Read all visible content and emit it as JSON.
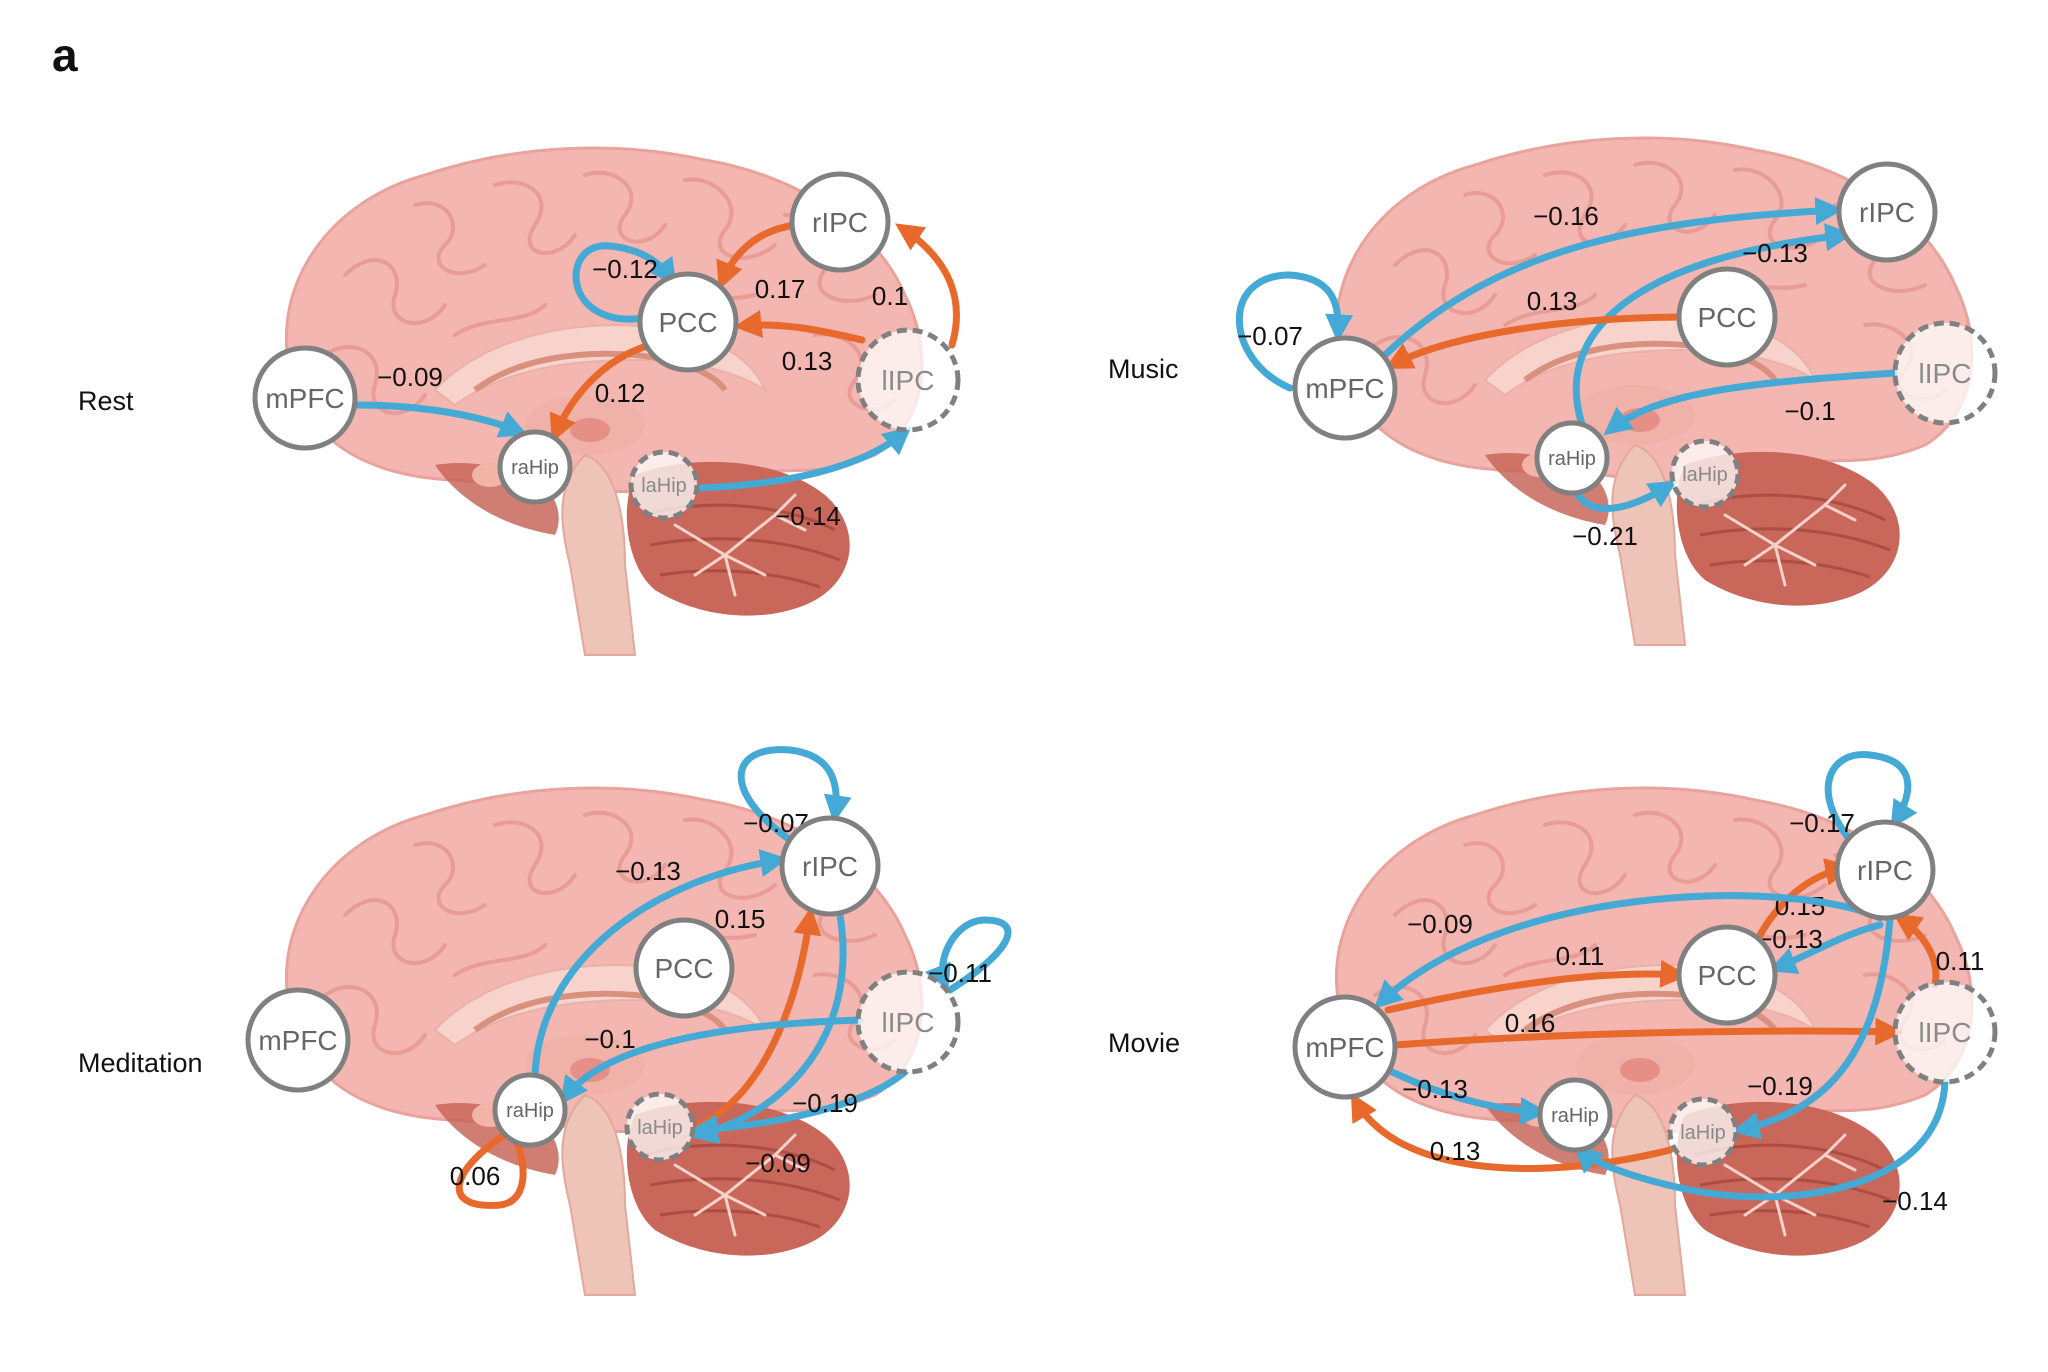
{
  "panel_label": "a",
  "colors": {
    "negative_edge": "#45a9d6",
    "positive_edge": "#e8692c",
    "node_stroke": "#808080",
    "cortex": "#f4b6b0",
    "cortex_dark": "#e79892",
    "cerebellum": "#c8675a",
    "brainstem": "#efc4b8"
  },
  "panels": [
    {
      "condition": "Rest",
      "nodes": [
        {
          "id": "mPFC",
          "label": "mPFC",
          "dashed": false
        },
        {
          "id": "PCC",
          "label": "PCC",
          "dashed": false
        },
        {
          "id": "rIPC",
          "label": "rIPC",
          "dashed": false
        },
        {
          "id": "lIPC",
          "label": "lIPC",
          "dashed": true
        },
        {
          "id": "raHip",
          "label": "raHip",
          "dashed": false
        },
        {
          "id": "laHip",
          "label": "laHip",
          "dashed": true
        }
      ],
      "edges": [
        {
          "from": "mPFC",
          "to": "raHip",
          "weight": "−0.09",
          "sign": "negative"
        },
        {
          "from": "PCC",
          "to": "PCC",
          "weight": "−0.12",
          "sign": "negative"
        },
        {
          "from": "rIPC",
          "to": "PCC",
          "weight": "0.17",
          "sign": "positive"
        },
        {
          "from": "lIPC",
          "to": "rIPC",
          "weight": "0.1",
          "sign": "positive"
        },
        {
          "from": "lIPC",
          "to": "PCC",
          "weight": "0.13",
          "sign": "positive"
        },
        {
          "from": "PCC",
          "to": "raHip",
          "weight": "0.12",
          "sign": "positive"
        },
        {
          "from": "laHip",
          "to": "lIPC",
          "weight": "−0.14",
          "sign": "negative"
        }
      ]
    },
    {
      "condition": "Music",
      "nodes": [
        {
          "id": "mPFC",
          "label": "mPFC",
          "dashed": false
        },
        {
          "id": "PCC",
          "label": "PCC",
          "dashed": false
        },
        {
          "id": "rIPC",
          "label": "rIPC",
          "dashed": false
        },
        {
          "id": "lIPC",
          "label": "lIPC",
          "dashed": true
        },
        {
          "id": "raHip",
          "label": "raHip",
          "dashed": false
        },
        {
          "id": "laHip",
          "label": "laHip",
          "dashed": true
        }
      ],
      "edges": [
        {
          "from": "mPFC",
          "to": "mPFC",
          "weight": "−0.07",
          "sign": "negative"
        },
        {
          "from": "mPFC",
          "to": "rIPC",
          "weight": "−0.16",
          "sign": "negative"
        },
        {
          "from": "raHip",
          "to": "mPFC",
          "weight": "−0.13",
          "sign": "negative"
        },
        {
          "from": "PCC",
          "to": "mPFC",
          "weight": "0.13",
          "sign": "positive"
        },
        {
          "from": "lIPC",
          "to": "raHip",
          "weight": "−0.1",
          "sign": "negative"
        },
        {
          "from": "raHip",
          "to": "laHip",
          "weight": "−0.21",
          "sign": "negative"
        }
      ]
    },
    {
      "condition": "Meditation",
      "nodes": [
        {
          "id": "mPFC",
          "label": "mPFC",
          "dashed": false
        },
        {
          "id": "PCC",
          "label": "PCC",
          "dashed": false
        },
        {
          "id": "rIPC",
          "label": "rIPC",
          "dashed": false
        },
        {
          "id": "lIPC",
          "label": "lIPC",
          "dashed": true
        },
        {
          "id": "raHip",
          "label": "raHip",
          "dashed": false
        },
        {
          "id": "laHip",
          "label": "laHip",
          "dashed": true
        }
      ],
      "edges": [
        {
          "from": "rIPC",
          "to": "rIPC",
          "weight": "−0.07",
          "sign": "negative"
        },
        {
          "from": "raHip",
          "to": "rIPC",
          "weight": "−0.13",
          "sign": "negative"
        },
        {
          "from": "laHip",
          "to": "rIPC",
          "weight": "0.15",
          "sign": "positive"
        },
        {
          "from": "lIPC",
          "to": "lIPC",
          "weight": "−0.11",
          "sign": "negative"
        },
        {
          "from": "lIPC",
          "to": "raHip",
          "weight": "−0.1",
          "sign": "negative"
        },
        {
          "from": "lIPC",
          "to": "laHip",
          "weight": "−0.19",
          "sign": "negative"
        },
        {
          "from": "rIPC",
          "to": "laHip",
          "weight": "−0.09",
          "sign": "negative"
        },
        {
          "from": "raHip",
          "to": "raHip",
          "weight": "0.06",
          "sign": "positive"
        }
      ]
    },
    {
      "condition": "Movie",
      "nodes": [
        {
          "id": "mPFC",
          "label": "mPFC",
          "dashed": false
        },
        {
          "id": "PCC",
          "label": "PCC",
          "dashed": false
        },
        {
          "id": "rIPC",
          "label": "rIPC",
          "dashed": false
        },
        {
          "id": "lIPC",
          "label": "lIPC",
          "dashed": true
        },
        {
          "id": "raHip",
          "label": "raHip",
          "dashed": false
        },
        {
          "id": "laHip",
          "label": "laHip",
          "dashed": true
        }
      ],
      "edges": [
        {
          "from": "rIPC",
          "to": "rIPC",
          "weight": "−0.17",
          "sign": "negative"
        },
        {
          "from": "PCC",
          "to": "rIPC",
          "weight": "0.15",
          "sign": "positive"
        },
        {
          "from": "rIPC",
          "to": "mPFC",
          "weight": "−0.09",
          "sign": "negative"
        },
        {
          "from": "rIPC",
          "to": "PCC",
          "weight": "−0.13",
          "sign": "negative"
        },
        {
          "from": "mPFC",
          "to": "PCC",
          "weight": "0.11",
          "sign": "positive"
        },
        {
          "from": "lIPC",
          "to": "rIPC",
          "weight": "0.11",
          "sign": "positive"
        },
        {
          "from": "mPFC",
          "to": "lIPC",
          "weight": "0.16",
          "sign": "positive"
        },
        {
          "from": "rIPC",
          "to": "laHip",
          "weight": "−0.19",
          "sign": "negative"
        },
        {
          "from": "mPFC",
          "to": "raHip",
          "weight": "−0.13",
          "sign": "negative"
        },
        {
          "from": "laHip",
          "to": "mPFC",
          "weight": "0.13",
          "sign": "positive"
        },
        {
          "from": "lIPC",
          "to": "raHip",
          "weight": "−0.14",
          "sign": "negative"
        }
      ]
    }
  ]
}
